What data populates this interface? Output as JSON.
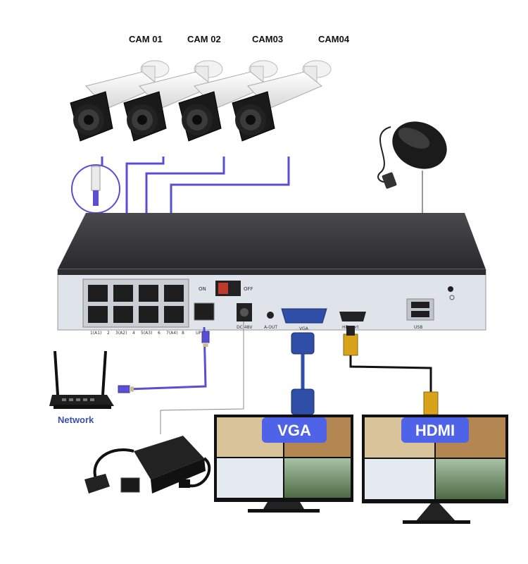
{
  "cameras": [
    {
      "label": "CAM 01"
    },
    {
      "label": "CAM 02"
    },
    {
      "label": "CAM03"
    },
    {
      "label": "CAM04"
    }
  ],
  "nvr": {
    "power_on": "ON",
    "power_off": "OFF",
    "port_numbers": [
      "1(A1)",
      "2",
      "3(A2)",
      "4",
      "5(A3)",
      "6",
      "7(A4)",
      "8"
    ],
    "uplink_label": "UPLink",
    "dc_label": "DC 48V",
    "audio_out_label": "A-OUT",
    "vga_label": "VGA",
    "hdmi_label": "HD-port",
    "usb_label": "USB"
  },
  "network_label": "Network",
  "monitors": [
    {
      "banner": "VGA"
    },
    {
      "banner": "HDMI"
    }
  ],
  "colors": {
    "cable_blue": "#5a4fd0",
    "banner_blue": "#4f63e8",
    "connector_gold": "#d9a21b",
    "nvr_top": "#3a3a3c",
    "nvr_panel": "#dfe3ea"
  }
}
